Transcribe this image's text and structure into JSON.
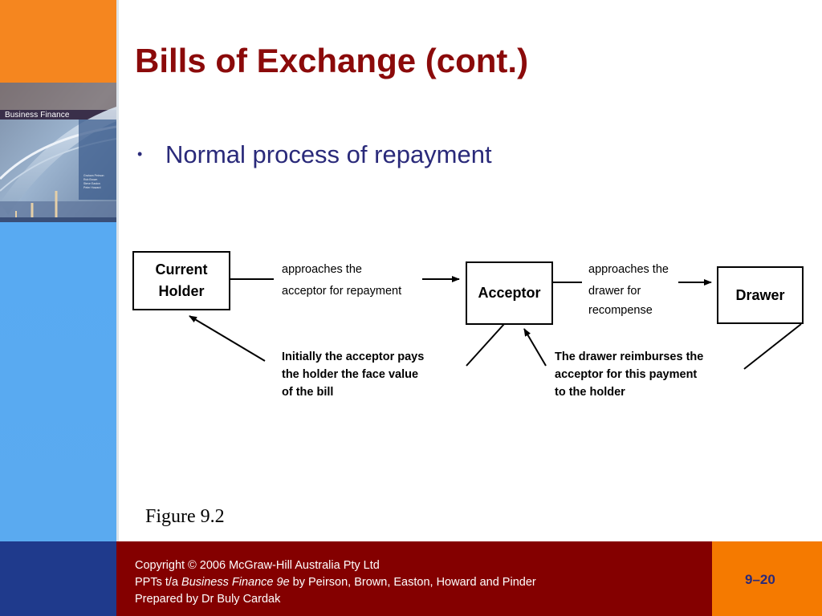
{
  "sidebar": {
    "cover_title": "Business Finance",
    "cover_authors": [
      "Graham Peirson",
      "Rob Brown",
      "Steve Easton",
      "Peter Howard"
    ]
  },
  "slide": {
    "title": "Bills of Exchange (cont.)",
    "bullet": "Normal process of repayment",
    "figure_caption": "Figure 9.2"
  },
  "diagram": {
    "nodes": {
      "current_holder": [
        "Current",
        "Holder"
      ],
      "acceptor": "Acceptor",
      "drawer": "Drawer"
    },
    "labels": {
      "approach_acceptor": [
        "approaches the",
        "acceptor for repayment"
      ],
      "approach_drawer": [
        "approaches the",
        "drawer for",
        "recompense"
      ],
      "acceptor_pays": [
        "Initially the acceptor pays",
        "the holder the face value",
        "of the bill"
      ],
      "drawer_reimburses": [
        "The drawer reimburses the",
        "acceptor for this payment",
        "to the holder"
      ]
    }
  },
  "footer": {
    "copyright": "Copyright © 2006 McGraw-Hill Australia Pty Ltd",
    "ppts_prefix": "PPTs t/a ",
    "ppts_book": "Business Finance 9e",
    "ppts_suffix": " by Peirson, Brown, Easton, Howard and Pinder",
    "prepared_by": "Prepared by Dr Buly Cardak",
    "page_number": "9–20"
  },
  "colors": {
    "title": "#8b0a0a",
    "bullet_text": "#2a2a7a",
    "footer_band": "#840000",
    "footer_accent": "#f57a00",
    "sidebar_blue": "#58aaf2",
    "sidebar_orange": "#f5861f"
  }
}
